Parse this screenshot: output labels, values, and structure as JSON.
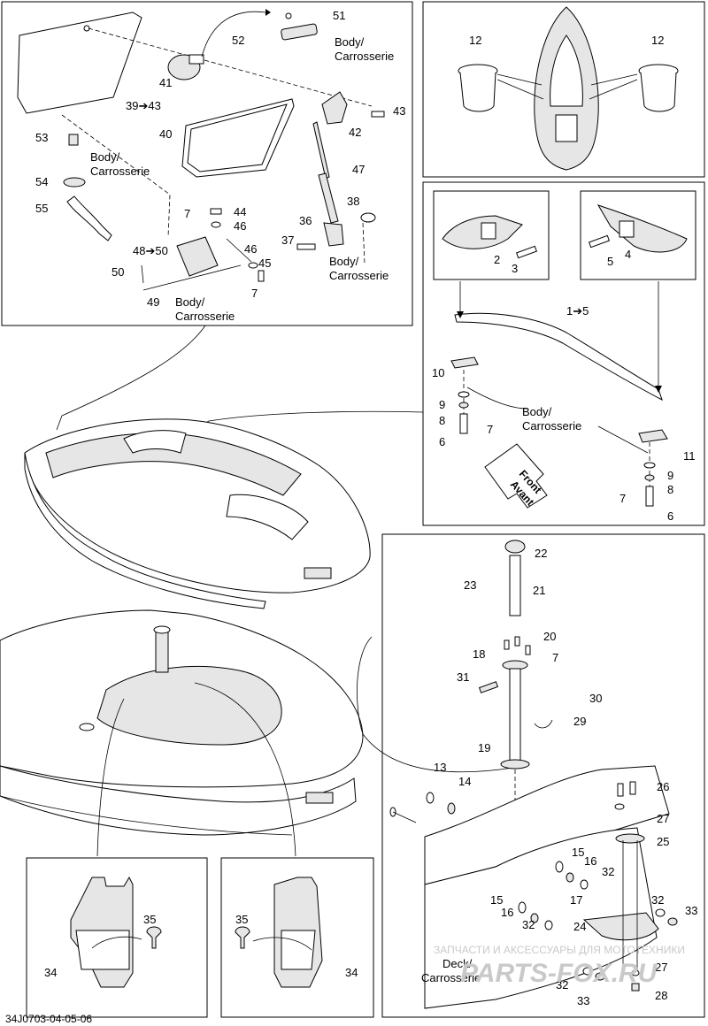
{
  "diagram_code": "34J0703-04-05-06",
  "body_label_line1": "Body/",
  "body_label_line2": "Carrosserie",
  "deck_label_line1": "Deck/",
  "deck_label_line2": "Carrosserie",
  "front_label_line1": "Front",
  "front_label_line2": "Avant",
  "watermark_line1": "ЗАПЧАСТИ И АКСЕССУАРЫ ДЛЯ МОТОТЕХНИКИ",
  "watermark_line2": "PARTS-FOX.RU",
  "callouts": {
    "p1": "1➔5",
    "p2": "2",
    "p3": "3",
    "p4": "4",
    "p5": "5",
    "p6a": "6",
    "p6b": "6",
    "p7a": "7",
    "p7b": "7",
    "p7c": "7",
    "p7d": "7",
    "p7e": "7",
    "p8a": "8",
    "p8b": "8",
    "p9a": "9",
    "p9b": "9",
    "p10": "10",
    "p11": "11",
    "p12a": "12",
    "p12b": "12",
    "p13": "13",
    "p14": "14",
    "p15a": "15",
    "p15b": "15",
    "p16a": "16",
    "p16b": "16",
    "p17": "17",
    "p18": "18",
    "p19": "19",
    "p20": "20",
    "p21": "21",
    "p22": "22",
    "p23": "23",
    "p24": "24",
    "p25": "25",
    "p26": "26",
    "p27a": "27",
    "p27b": "27",
    "p28": "28",
    "p29": "29",
    "p30": "30",
    "p31": "31",
    "p32a": "32",
    "p32b": "32",
    "p32c": "32",
    "p32d": "32",
    "p33a": "33",
    "p33b": "33",
    "p34a": "34",
    "p34b": "34",
    "p35a": "35",
    "p35b": "35",
    "p36": "36",
    "p37": "37",
    "p38": "38",
    "p39": "39➔43",
    "p40": "40",
    "p41": "41",
    "p42": "42",
    "p43": "43",
    "p44": "44",
    "p45": "45",
    "p46a": "46",
    "p46b": "46",
    "p47": "47",
    "p48": "48➔50",
    "p49": "49",
    "p50": "50",
    "p51": "51",
    "p52": "52",
    "p53": "53",
    "p54": "54",
    "p55": "55"
  }
}
